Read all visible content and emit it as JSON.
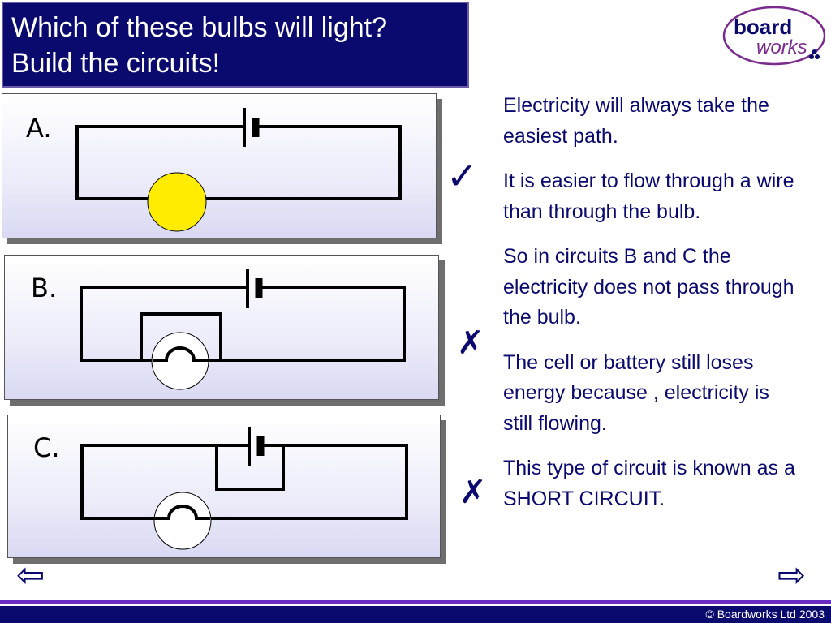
{
  "title": {
    "line1": "Which of these bulbs will light?",
    "line2": "Build the circuits!"
  },
  "logo": {
    "word1": "board",
    "word2": "works"
  },
  "circuits": [
    {
      "label": "A.",
      "mark": "✓",
      "bulb": "lit"
    },
    {
      "label": "B.",
      "mark": "✗",
      "bulb": "unlit"
    },
    {
      "label": "C.",
      "mark": "✗",
      "bulb": "unlit"
    }
  ],
  "explanation": [
    "Electricity will always take the easiest path.",
    "It is easier to flow through a wire than through the bulb.",
    "So in circuits B and C the electricity does not pass through the bulb.",
    "The cell or battery still loses energy because , electricity is still flowing.",
    "This type of circuit is known as a SHORT CIRCUIT."
  ],
  "nav": {
    "prev_icon": "left-arrow-icon",
    "next_icon": "right-arrow-icon",
    "prev": "⇦",
    "next": "⇨"
  },
  "footer": {
    "copyright": "© Boardworks Ltd 2003"
  },
  "colors": {
    "navy": "#0a0a6e",
    "accent": "#6a2cc0",
    "bulb_lit": "#ffec00"
  }
}
